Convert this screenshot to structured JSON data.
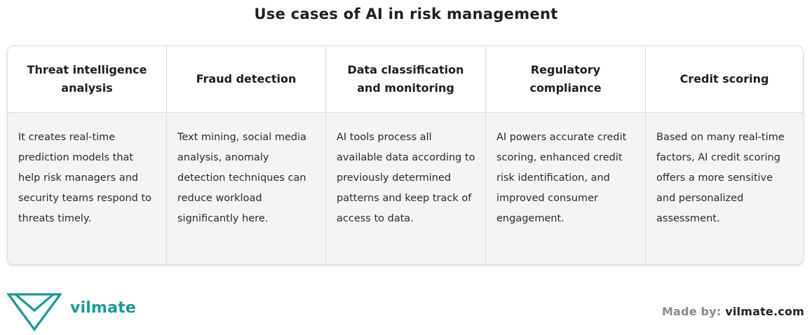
{
  "title": "Use cases of AI in risk management",
  "table": {
    "columns": [
      {
        "heading_lines": [
          "Threat intelligence",
          "analysis"
        ],
        "body": "It creates real-time prediction models that help risk managers and security teams respond to threats timely."
      },
      {
        "heading_lines": [
          "Fraud detection"
        ],
        "body": "Text mining, social media analysis, anomaly detection techniques can reduce workload significantly here."
      },
      {
        "heading_lines": [
          "Data classification",
          "and monitoring"
        ],
        "body": "AI tools process all available data according to previously determined patterns and keep track of access to data."
      },
      {
        "heading_lines": [
          "Regulatory",
          "compliance"
        ],
        "body": "AI powers accurate credit scoring, enhanced credit risk identification, and improved consumer engagement."
      },
      {
        "heading_lines": [
          "Credit scoring"
        ],
        "body": "Based on many real-time factors, AI credit scoring offers a more sensitive and personalized assessment."
      }
    ]
  },
  "brand": {
    "name": "vilmate",
    "color": "#159c93",
    "logo_icon": "envelope-chevron-icon"
  },
  "footer": {
    "made_by_label": "Made by:",
    "made_by_site": "vilmate.com"
  }
}
